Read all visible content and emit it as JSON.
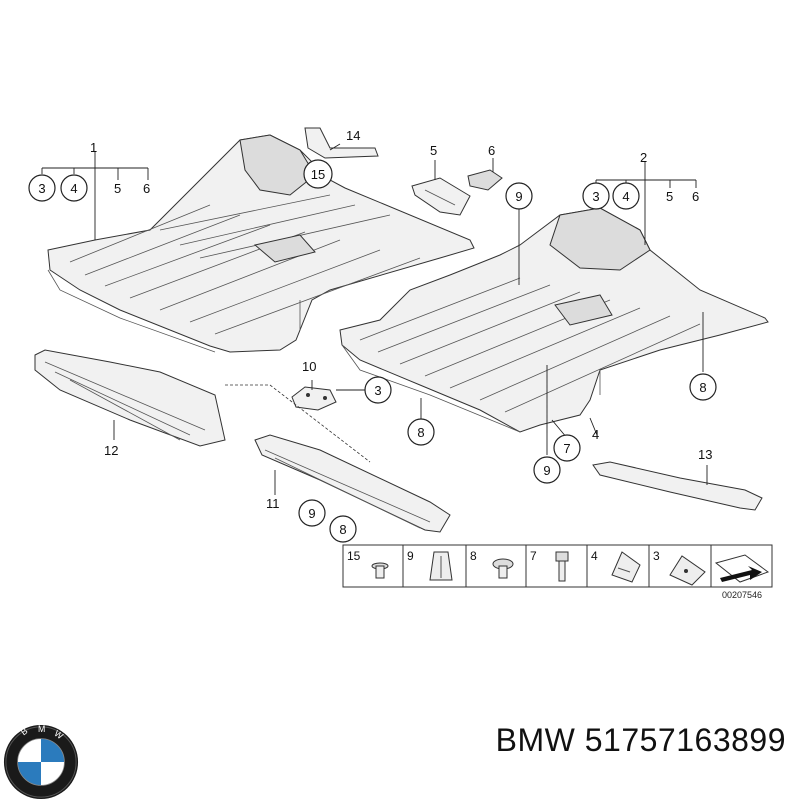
{
  "diagram": {
    "callouts": {
      "p1": "1",
      "p1_3": "3",
      "p1_4": "4",
      "p1_5": "5",
      "p1_6": "6",
      "p14": "14",
      "p15": "15",
      "p5": "5",
      "p6": "6",
      "p2": "2",
      "p2_3": "3",
      "p2_4": "4",
      "p2_5": "5",
      "p2_6": "6",
      "p9a": "9",
      "p10": "10",
      "p3a": "3",
      "p8a": "8",
      "p8b": "8",
      "p7": "7",
      "p4a": "4",
      "p9b": "9",
      "p12": "12",
      "p11": "11",
      "p9c": "9",
      "p8c": "8",
      "p13": "13"
    },
    "legend": {
      "items": [
        "15",
        "9",
        "8",
        "7",
        "4",
        "3"
      ],
      "code": "00207546"
    }
  },
  "brand": {
    "logo_text": "BMW",
    "part_title": "BMW 51757163899"
  },
  "colors": {
    "line": "#222222",
    "part_fill": "#f1f1f1",
    "logo_blue": "#2b7bbd"
  }
}
